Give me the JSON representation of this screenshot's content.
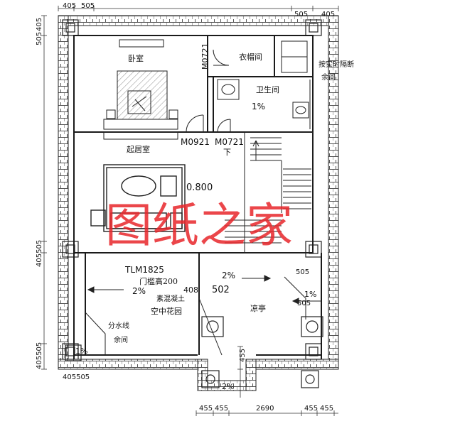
{
  "colors": {
    "line": "#1a1a1a",
    "hatch": "#555555",
    "watermark": "#e8262a",
    "paper": "#ffffff"
  },
  "top_dims": {
    "a": "405",
    "b": "505",
    "c": "505",
    "d": "405"
  },
  "left_dims": {
    "top_a": "505",
    "top_b": "405",
    "mid": "405505",
    "bottom": "405505"
  },
  "bottom_dims": {
    "a": "455",
    "b": "455",
    "c": "2690",
    "d": "455",
    "e": "455",
    "f": "405505",
    "vert": "455"
  },
  "rooms": {
    "bedroom": "卧室",
    "cloakroom": "衣帽间",
    "bathroom": "卫生间",
    "living": "起居室",
    "garden": "空中花园",
    "pavilion": "凉亭",
    "timed_gap": "按实时隔断",
    "remainder_top": "余间",
    "remainder_bottom": "余间",
    "water_line": "分水线"
  },
  "labels": {
    "door_m0721_top": "M0721",
    "door_m0921": "M0921",
    "door_m0721": "M0721",
    "down": "下",
    "level": "0.800",
    "tlm": "TLM1825",
    "threshold": "门槛高200",
    "concrete": "素混凝土",
    "dim_408": "408",
    "dim_502": "502",
    "dim_505_right": "505",
    "dim_505_right2": "505"
  },
  "slopes": {
    "bath": "1%",
    "terrace_left": "2%",
    "terrace_mid": "2%",
    "right_side": "1%",
    "bottom_left": "1%",
    "bottom_mid": "2%"
  },
  "watermark": "图纸之家"
}
